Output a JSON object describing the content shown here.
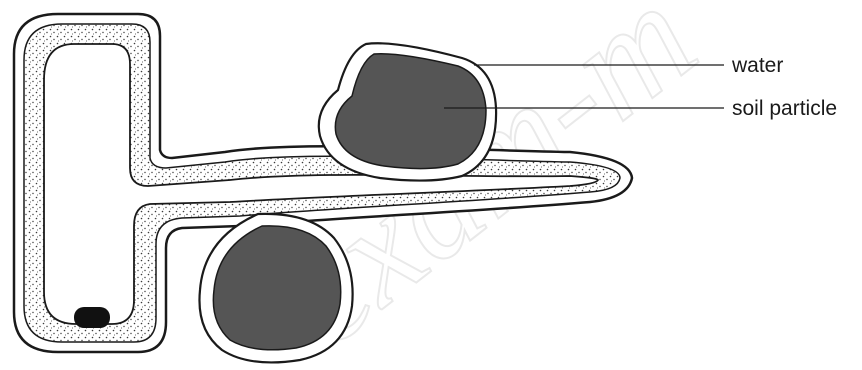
{
  "labels": {
    "water": "water",
    "soil_particle": "soil particle"
  },
  "watermark": {
    "text": "exam-m"
  },
  "colors": {
    "outline": "#1a1a1a",
    "soil": "#555555",
    "stipple": "#3a3a3a",
    "background": "#ffffff",
    "watermark": "#e9e9e9"
  }
}
